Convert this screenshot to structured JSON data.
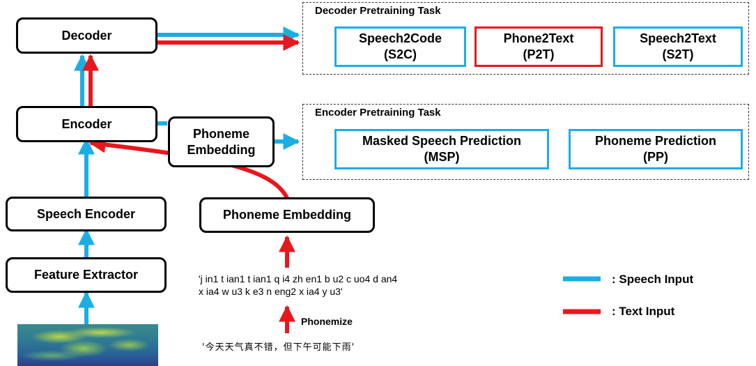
{
  "nodes": {
    "decoder": "Decoder",
    "encoder": "Encoder",
    "speech_encoder": "Speech Encoder",
    "feature_extractor": "Feature Extractor",
    "phoneme_embedding_box": "Phoneme\nEmbedding",
    "phoneme_embedding_bottom": "Phoneme Embedding"
  },
  "decoder_group": {
    "title": "Decoder Pretraining Task",
    "tasks": [
      {
        "name": "Speech2Code",
        "abbr": "(S2C)",
        "color": "#1aaee5"
      },
      {
        "name": "Phone2Text",
        "abbr": "(P2T)",
        "color": "#e8171d"
      },
      {
        "name": "Speech2Text",
        "abbr": "(S2T)",
        "color": "#1aaee5"
      }
    ]
  },
  "encoder_group": {
    "title": "Encoder Pretraining Task",
    "tasks": [
      {
        "name": "Masked Speech Prediction",
        "abbr": "(MSP)",
        "color": "#1aaee5"
      },
      {
        "name": "Phoneme Prediction",
        "abbr": "(PP)",
        "color": "#1aaee5"
      }
    ]
  },
  "phoneme_sequence": {
    "line1": "'j in1 t ian1 t ian1 q i4 zh en1 b u2 c uo4 d an4",
    "line2": "x ia4 w u3 k e3 n eng2 x ia4 y u3'"
  },
  "phonemize_label": "Phonemize",
  "chinese_text": "'今天天气真不错，但下午可能下雨'",
  "legend": {
    "speech": {
      "label": ":  Speech Input",
      "color": "#1aaee5"
    },
    "text": {
      "label": ":  Text Input",
      "color": "#e8171d"
    }
  },
  "colors": {
    "speech": "#1aaee5",
    "text": "#e8171d"
  }
}
